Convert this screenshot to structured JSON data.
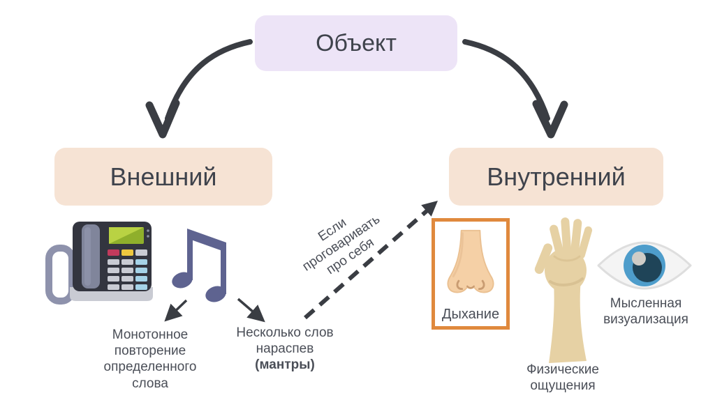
{
  "colors": {
    "object_box_bg": "#EDE4F7",
    "branch_box_bg": "#F6E3D4",
    "box_text": "#3F434C",
    "label_text": "#4A4E57",
    "arrow": "#3A3D43",
    "music_note": "#5E6390",
    "highlight_border": "#E0893D"
  },
  "nodes": {
    "object": "Объект",
    "external": "Внешний",
    "internal": "Внутренний"
  },
  "external_branch": {
    "phone_icon": "telephone-icon",
    "music_icon": "music-notes-icon",
    "monotone_label": "Монотонное повторение определенного слова",
    "chant_label": "Несколько слов нараспев",
    "chant_label_bold": "(мантры)"
  },
  "transition": {
    "arrow_label": "Если проговаривать про себя",
    "style": "dashed-arrow"
  },
  "internal_branch": {
    "breathing": {
      "icon": "nose-icon",
      "label": "Дыхание",
      "highlighted": true
    },
    "sensations": {
      "icon": "arm-icon",
      "label": "Физические ощущения"
    },
    "visualization": {
      "icon": "eye-icon",
      "label": "Мысленная визуализация"
    }
  }
}
